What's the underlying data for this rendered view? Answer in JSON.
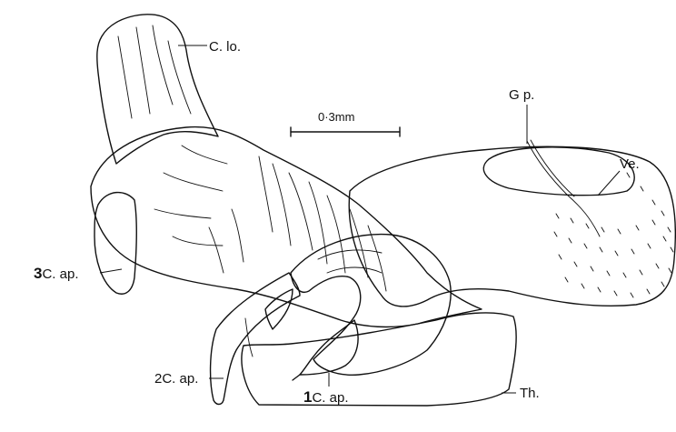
{
  "scale_bar": {
    "label": "0·3mm"
  },
  "labels": {
    "c_lo": "C. lo.",
    "gp": "G p.",
    "ve": "Ve.",
    "c_ap_3_num": "3",
    "c_ap_3_text": "C. ap.",
    "c_ap_2": "2C. ap.",
    "c_ap_1_num": "1",
    "c_ap_1_text": "C. ap.",
    "th": "Th."
  }
}
